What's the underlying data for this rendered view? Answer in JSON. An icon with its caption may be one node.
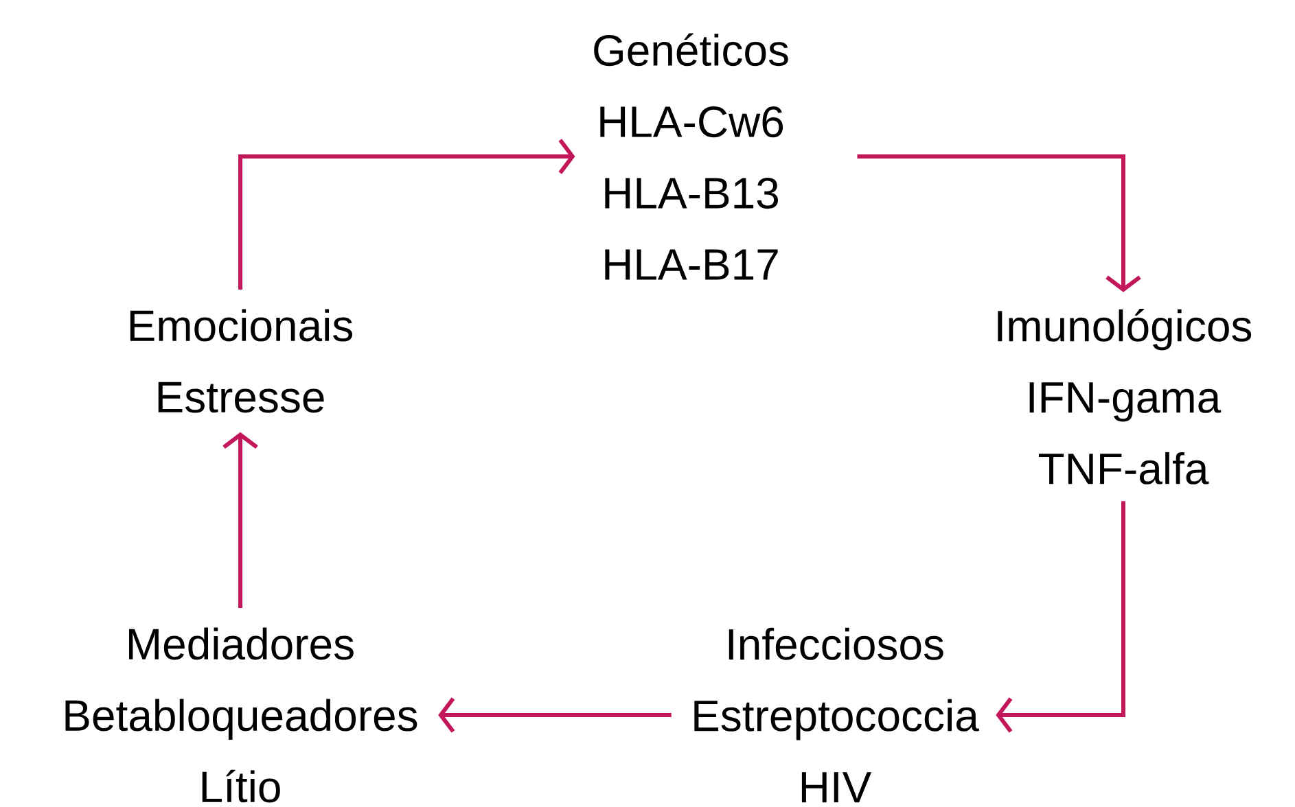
{
  "diagram": {
    "nodes": [
      {
        "text": [
          "Genéticos",
          "HLA-Cw6",
          "HLA-B13",
          "HLA-B17"
        ]
      },
      {
        "text": [
          "Imunológicos",
          "IFN-gama",
          "TNF-alfa"
        ]
      },
      {
        "text": [
          "Infecciosos",
          "Estreptococcia",
          "HIV"
        ]
      },
      {
        "text": [
          "Mediadores",
          "Betabloqueadores",
          "Lítio"
        ]
      },
      {
        "text": [
          "Emocionais",
          "Estresse"
        ]
      }
    ],
    "edges": [
      {
        "from": 0,
        "to": 1,
        "arrow": "to"
      },
      {
        "from": 1,
        "to": 2,
        "arrow": "to"
      },
      {
        "from": 2,
        "to": 3,
        "arrow": "to"
      },
      {
        "from": 3,
        "to": 4,
        "arrow": "to"
      },
      {
        "from": 4,
        "to": 0,
        "arrow": "to"
      }
    ]
  }
}
